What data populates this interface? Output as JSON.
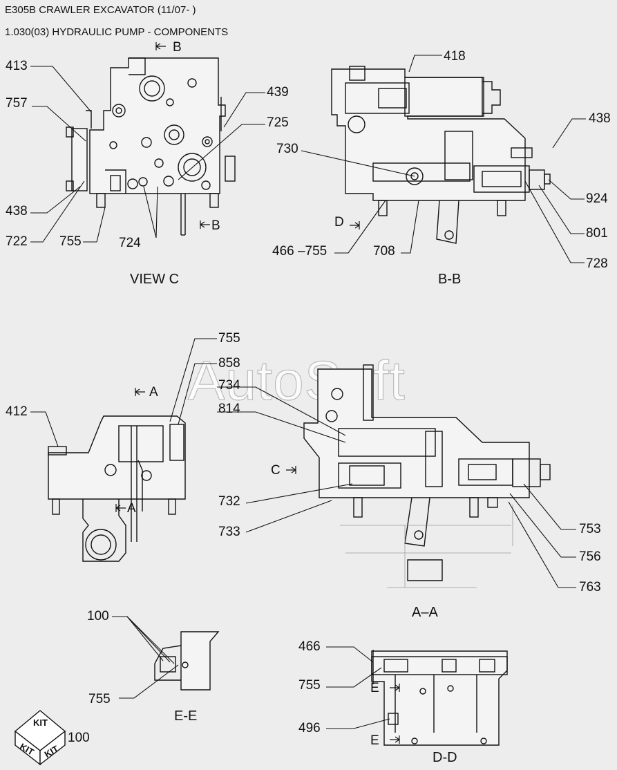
{
  "header": {
    "title": "E305B CRAWLER EXCAVATOR (11/07- )",
    "subtitle": "1.030(03) HYDRAULIC PUMP - COMPONENTS"
  },
  "watermark": "AutoSoft",
  "views": {
    "view_c": {
      "caption": "VIEW C",
      "marker": "B",
      "marker_lower": "B",
      "labels": {
        "l413": "413",
        "l757": "757",
        "l439": "439",
        "l725": "725",
        "l438": "438",
        "l722": "722",
        "l755": "755",
        "l724": "724"
      }
    },
    "section_bb": {
      "caption": "B-B",
      "marker": "D",
      "labels": {
        "l418": "418",
        "l438": "438",
        "l730": "730",
        "l924": "924",
        "l801": "801",
        "l728": "728",
        "l466_755": "466 –755",
        "l708": "708"
      }
    },
    "section_aa_side": {
      "marker": "A",
      "marker_lower": "A",
      "labels": {
        "l412": "412",
        "l755": "755",
        "l858": "858",
        "l734": "734",
        "l814": "814"
      }
    },
    "section_aa": {
      "caption": "A–A",
      "marker": "C",
      "labels": {
        "l732": "732",
        "l733": "733",
        "l753": "753",
        "l756": "756",
        "l763": "763"
      }
    },
    "section_ee": {
      "caption": "E-E",
      "labels": {
        "l100": "100",
        "l755": "755"
      }
    },
    "section_dd": {
      "caption": "D-D",
      "marker": "E",
      "marker_lower": "E",
      "labels": {
        "l466": "466",
        "l755": "755",
        "l496": "496"
      }
    }
  },
  "kit": {
    "text": "KIT",
    "number": "100"
  },
  "colors": {
    "background": "#ededed",
    "line": "#111111"
  }
}
